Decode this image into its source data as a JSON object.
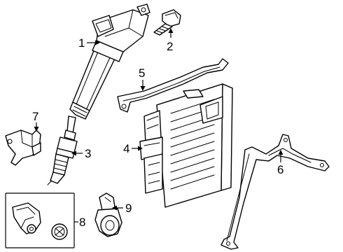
{
  "callouts": {
    "c1": "1",
    "c2": "2",
    "c3": "3",
    "c4": "4",
    "c5": "5",
    "c6": "6",
    "c7": "7",
    "c8": "8",
    "c9": "9"
  },
  "parts": [
    "ignition-coil",
    "coil-bolt",
    "spark-plug",
    "engine-control-module",
    "ecm-bracket",
    "mounting-bracket",
    "camshaft-position-sensor",
    "crankshaft-position-sensor-kit",
    "knock-sensor"
  ]
}
